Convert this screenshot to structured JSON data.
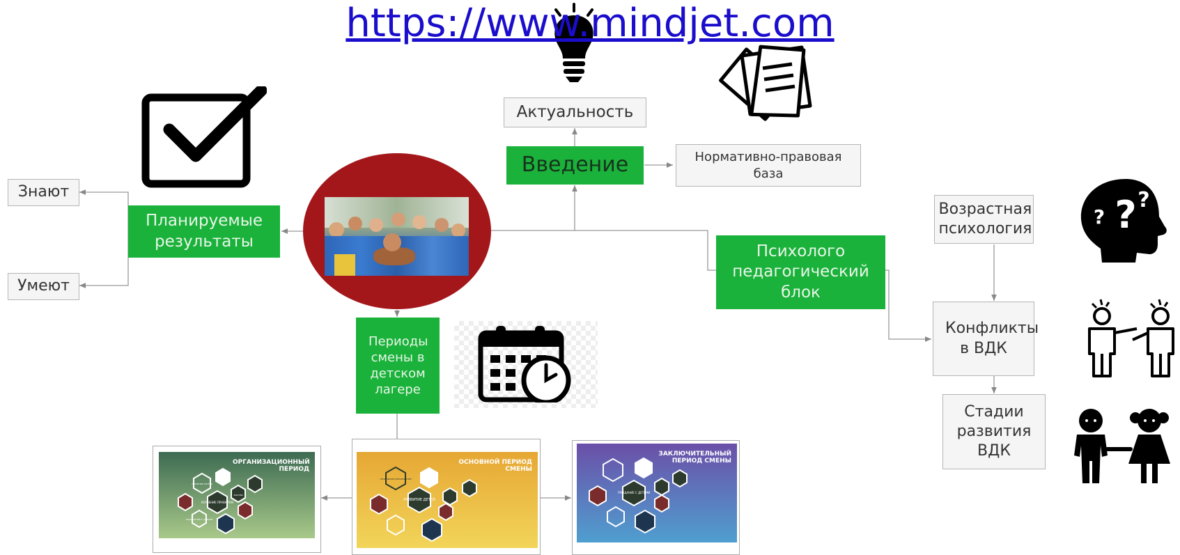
{
  "header": {
    "url_text": "https://www.mindjet.com"
  },
  "nodes": {
    "intro": "Введение",
    "relevance": "Актуальность",
    "legal_base": "Нормативно-правовая база",
    "planned_results": "Планируемые результаты",
    "know": "Знают",
    "can": "Умеют",
    "psych_block": "Психолого педагогический блок",
    "age_psych": "Возрастная психология",
    "conflicts": "Конфликты в ВДК",
    "stages": "Стадии развития ВДК",
    "periods": "Периоды смены в детском лагере"
  },
  "thumbnails": [
    {
      "title": "ОРГАНИЗАЦИОННЫЙ ПЕРИОД",
      "colors": [
        "#3d6b52",
        "#a9c98a"
      ]
    },
    {
      "title": "ОСНОВНОЙ ПЕРИОД СМЕНЫ",
      "colors": [
        "#e6a733",
        "#f2d55a"
      ]
    },
    {
      "title": "ЗАКЛЮЧИТЕЛЬНЫЙ ПЕРИОД СМЕНЫ",
      "colors": [
        "#6b4fa8",
        "#4f9fd0"
      ]
    }
  ],
  "hex_labels": {
    "org": [
      "ИЗУЧЕНИЕ ПРАВИЛАМ",
      "ИЗУЧЕНИЕ ЛАГЕРЯ",
      "ЗНАКОМСТВО С ДЕТЬМИ",
      "ЗАКОНЫ"
    ],
    "main": [
      "РАЗВИТИЕ ДЕТЕЙ",
      "ПРОВЕДЕНИЕ МЕРОПРИЯТИЙ"
    ],
    "final": [
      "ПРОЩАНИЕ С ДЕТЬМИ"
    ]
  },
  "colors": {
    "green": "#1ab23a",
    "red_circle": "#a3171b",
    "link": "#1a0dcc"
  }
}
